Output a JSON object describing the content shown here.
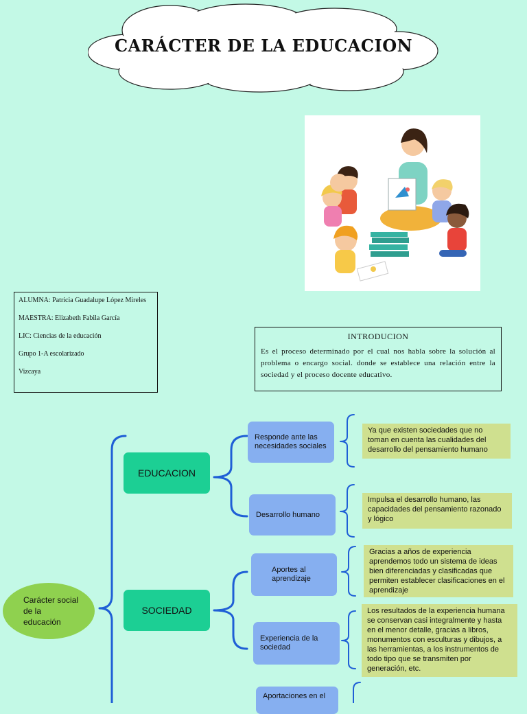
{
  "title": "CARÁCTER DE LA EDUCACION",
  "student_info": [
    "ALUMNA: Patricia Guadalupe López Mireles",
    "MAESTRA: Elizabeth Fabila García",
    "LIC: Ciencias de la educación",
    "Grupo 1-A escolarizado",
    "Vizcaya"
  ],
  "intro": {
    "title": "INTRODUCION",
    "text": "Es el proceso determinado por el cual nos habla sobre la solución al problema o encargo social. donde se establece una relación entre la sociedad y el proceso docente educativo."
  },
  "diagram": {
    "root": "Carácter social de la educación",
    "branches": [
      {
        "label": "EDUCACION",
        "children": [
          {
            "label": "Responde ante las necesidades sociales",
            "note": "Ya que existen sociedades que no toman en cuenta las cualidades del desarrollo del pensamiento humano"
          },
          {
            "label": "Desarrollo humano",
            "note": "Impulsa el desarrollo humano, las capacidades del pensamiento razonado y lógico"
          }
        ]
      },
      {
        "label": "SOCIEDAD",
        "children": [
          {
            "label": "Aportes al aprendizaje",
            "note": "Gracias a años de experiencia aprendemos todo un sistema de ideas bien diferenciadas y clasificadas que permiten establecer clasificaciones en el aprendizaje"
          },
          {
            "label": "Experiencia de la sociedad",
            "note": "Los resultados de la experiencia humana se conservan casi integralmente y hasta en el menor detalle, gracias a libros, monumentos con esculturas y dibujos, a las herramientas, a los instrumentos de todo tipo que se transmiten por generación, etc."
          },
          {
            "label": "Aportaciones en el",
            "note": ""
          }
        ]
      }
    ]
  },
  "colors": {
    "background": "#c3f9e6",
    "connector": "#1f5fd6",
    "main_node": "#1ccf94",
    "sub_node": "#86aff0",
    "note": "#cfe08f",
    "root": "#8fd14f"
  }
}
